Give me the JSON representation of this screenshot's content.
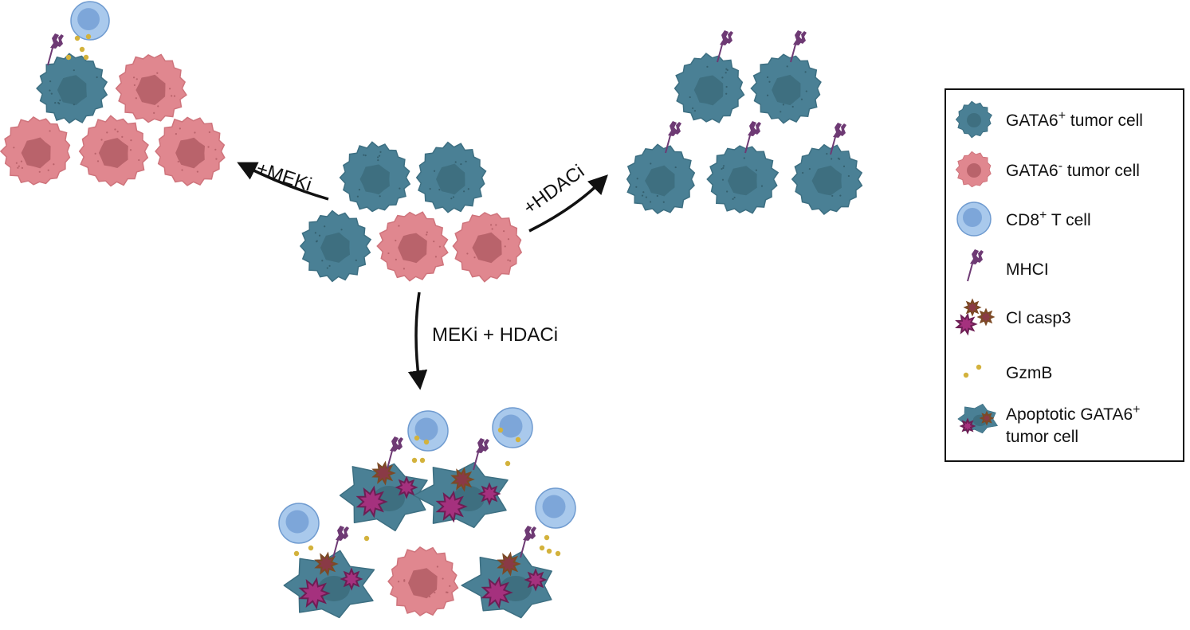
{
  "arrows": {
    "meki": "+MEKi",
    "hdaci": "+HDACi",
    "combo": "MEKi + HDACi"
  },
  "legend": [
    {
      "id": "gata6-pos",
      "text": "GATA6",
      "sup": "+",
      "rest": " tumor cell",
      "icon": "gata6-positive-tumor-cell-icon"
    },
    {
      "id": "gata6-neg",
      "text": "GATA6",
      "sup": "-",
      "rest": "  tumor cell",
      "icon": "gata6-negative-tumor-cell-icon"
    },
    {
      "id": "cd8",
      "text": "CD8",
      "sup": "+",
      "rest": " T cell",
      "icon": "cd8-t-cell-icon"
    },
    {
      "id": "mhci",
      "text": "MHCI",
      "sup": "",
      "rest": "",
      "icon": "mhci-icon"
    },
    {
      "id": "casp3",
      "text": "Cl casp3",
      "sup": "",
      "rest": "",
      "icon": "cleaved-caspase3-icon"
    },
    {
      "id": "gzmb",
      "text": "GzmB",
      "sup": "",
      "rest": "",
      "icon": "granzyme-b-icon"
    },
    {
      "id": "apop",
      "text": "Apoptotic GATA6",
      "sup": "+",
      "rest": "",
      "line2": "tumor cell",
      "icon": "apoptotic-tumor-cell-icon"
    }
  ],
  "colors": {
    "teal": "#4a8095",
    "teal_nucleus": "#3e6f80",
    "pink": "#e0878f",
    "pink_nucleus": "#b9636b",
    "tcell": "#a9c9ec",
    "tcell_core": "#7da6d9",
    "mhci": "#6e3a74",
    "casp3_purple": "#a5317e",
    "casp3_brown": "#7c4a25",
    "gzmb": "#d3b23c"
  }
}
